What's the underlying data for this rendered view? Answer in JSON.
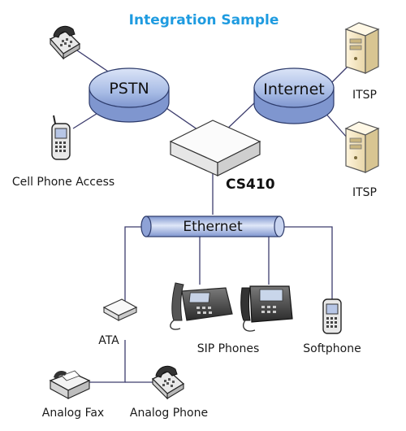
{
  "title": "Integration Sample",
  "networks": {
    "pstn": "PSTN",
    "internet": "Internet",
    "ethernet": "Ethernet"
  },
  "device": "CS410",
  "labels": {
    "cell_phone_access": "Cell Phone Access",
    "itsp_top": "ITSP",
    "itsp_bottom": "ITSP",
    "ata": "ATA",
    "sip_phones": "SIP Phones",
    "softphone": "Softphone",
    "analog_fax": "Analog Fax",
    "analog_phone": "Analog Phone"
  },
  "colors": {
    "title": "#1e9be0",
    "cloud_fill": "#b9c9ec",
    "cloud_stroke": "#2c3a6a",
    "wire": "#3d3d6e"
  }
}
